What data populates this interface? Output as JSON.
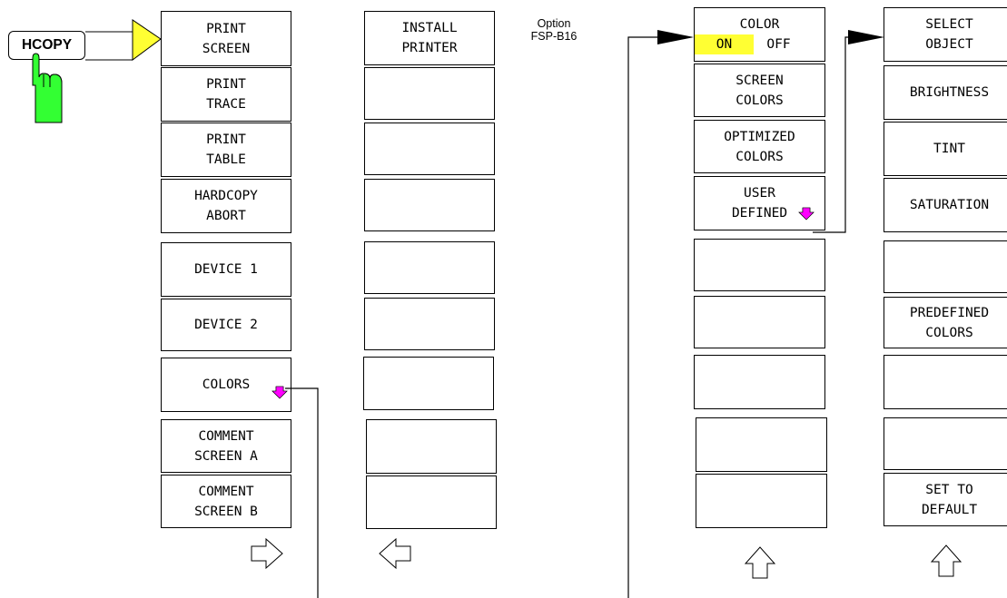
{
  "key": {
    "label": "HCOPY"
  },
  "option_note": {
    "line1": "Option",
    "line2": "FSP-B16"
  },
  "hcopy_menu": {
    "keys": [
      {
        "line1": "PRINT",
        "line2": "SCREEN"
      },
      {
        "line1": "PRINT",
        "line2": "TRACE"
      },
      {
        "line1": "PRINT",
        "line2": "TABLE"
      },
      {
        "line1": "HARDCOPY",
        "line2": "ABORT"
      },
      {
        "line1": "DEVICE 1"
      },
      {
        "line1": "DEVICE 2"
      },
      {
        "line1": "COLORS",
        "submenu": true
      },
      {
        "line1": "COMMENT",
        "line2": "SCREEN A"
      },
      {
        "line1": "COMMENT",
        "line2": "SCREEN B"
      }
    ],
    "nav": "right-arrow"
  },
  "hcopy_side_menu": {
    "keys": [
      {
        "line1": "INSTALL",
        "line2": "PRINTER"
      },
      {
        "line1": ""
      },
      {
        "line1": ""
      },
      {
        "line1": ""
      },
      {
        "line1": ""
      },
      {
        "line1": ""
      },
      {
        "line1": ""
      },
      {
        "line1": ""
      },
      {
        "line1": ""
      }
    ],
    "nav": "left-arrow"
  },
  "colors_menu": {
    "keys": [
      {
        "line1": "COLOR",
        "on": "ON",
        "off": "OFF"
      },
      {
        "line1": "SCREEN",
        "line2": "COLORS"
      },
      {
        "line1": "OPTIMIZED",
        "line2": "COLORS"
      },
      {
        "line1": "USER",
        "line2": "DEFINED",
        "submenu": true
      },
      {
        "line1": ""
      },
      {
        "line1": ""
      },
      {
        "line1": ""
      },
      {
        "line1": ""
      },
      {
        "line1": ""
      }
    ],
    "nav": "up-arrow"
  },
  "user_defined_menu": {
    "keys": [
      {
        "line1": "SELECT",
        "line2": "OBJECT"
      },
      {
        "line1": "BRIGHTNESS"
      },
      {
        "line1": "TINT"
      },
      {
        "line1": "SATURATION"
      },
      {
        "line1": ""
      },
      {
        "line1": "PREDEFINED",
        "line2": "COLORS"
      },
      {
        "line1": ""
      },
      {
        "line1": ""
      },
      {
        "line1": "SET TO",
        "line2": "DEFAULT"
      }
    ],
    "nav": "up-arrow"
  },
  "colors": {
    "highlight": "#ffff33",
    "finger": "#33ff33",
    "submenu_marker": "#ff00ff",
    "key_arrow": "#ffff33"
  }
}
